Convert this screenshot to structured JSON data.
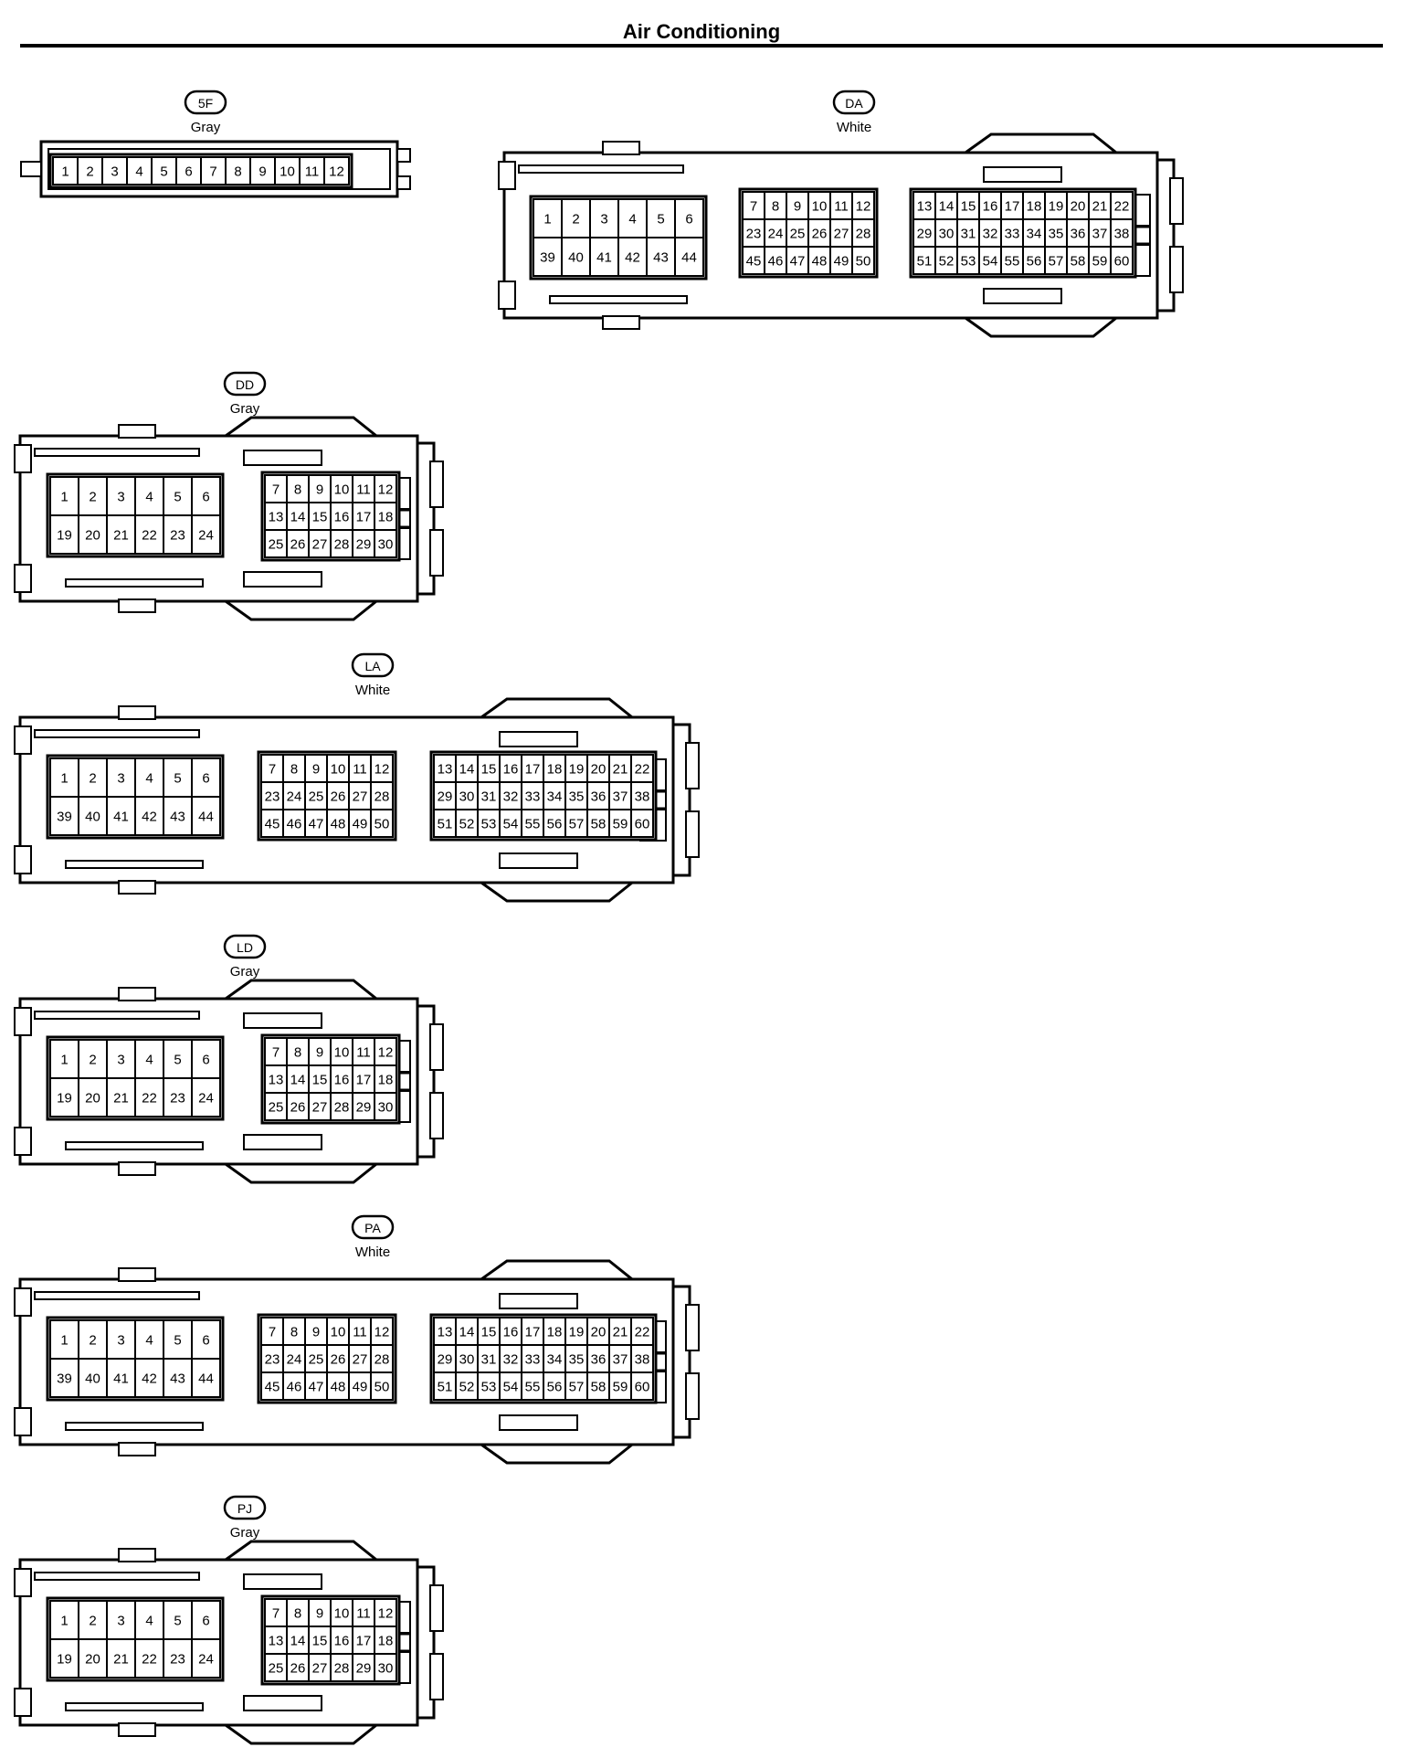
{
  "title": "Air Conditioning",
  "connectors": [
    {
      "id": "5F",
      "color": "Gray",
      "style": "strip",
      "blocks": [
        {
          "rows": [
            [
              "1",
              "2",
              "3",
              "4",
              "5",
              "6",
              "7",
              "8",
              "9",
              "10",
              "11",
              "12"
            ]
          ]
        }
      ]
    },
    {
      "id": "DA",
      "color": "White",
      "style": "large",
      "blocks": [
        {
          "rows": [
            [
              "1",
              "2",
              "3",
              "4",
              "5",
              "6"
            ],
            [
              "39",
              "40",
              "41",
              "42",
              "43",
              "44"
            ]
          ]
        },
        {
          "rows": [
            [
              "7",
              "8",
              "9",
              "10",
              "11",
              "12"
            ],
            [
              "23",
              "24",
              "25",
              "26",
              "27",
              "28"
            ],
            [
              "45",
              "46",
              "47",
              "48",
              "49",
              "50"
            ]
          ]
        },
        {
          "rows": [
            [
              "13",
              "14",
              "15",
              "16",
              "17",
              "18",
              "19",
              "20",
              "21",
              "22"
            ],
            [
              "29",
              "30",
              "31",
              "32",
              "33",
              "34",
              "35",
              "36",
              "37",
              "38"
            ],
            [
              "51",
              "52",
              "53",
              "54",
              "55",
              "56",
              "57",
              "58",
              "59",
              "60"
            ]
          ]
        }
      ]
    },
    {
      "id": "DD",
      "color": "Gray",
      "style": "medium",
      "blocks": [
        {
          "rows": [
            [
              "1",
              "2",
              "3",
              "4",
              "5",
              "6"
            ],
            [
              "19",
              "20",
              "21",
              "22",
              "23",
              "24"
            ]
          ]
        },
        {
          "rows": [
            [
              "7",
              "8",
              "9",
              "10",
              "11",
              "12"
            ],
            [
              "13",
              "14",
              "15",
              "16",
              "17",
              "18"
            ],
            [
              "25",
              "26",
              "27",
              "28",
              "29",
              "30"
            ]
          ]
        }
      ]
    },
    {
      "id": "LA",
      "color": "White",
      "style": "large",
      "blocks": [
        {
          "rows": [
            [
              "1",
              "2",
              "3",
              "4",
              "5",
              "6"
            ],
            [
              "39",
              "40",
              "41",
              "42",
              "43",
              "44"
            ]
          ]
        },
        {
          "rows": [
            [
              "7",
              "8",
              "9",
              "10",
              "11",
              "12"
            ],
            [
              "23",
              "24",
              "25",
              "26",
              "27",
              "28"
            ],
            [
              "45",
              "46",
              "47",
              "48",
              "49",
              "50"
            ]
          ]
        },
        {
          "rows": [
            [
              "13",
              "14",
              "15",
              "16",
              "17",
              "18",
              "19",
              "20",
              "21",
              "22"
            ],
            [
              "29",
              "30",
              "31",
              "32",
              "33",
              "34",
              "35",
              "36",
              "37",
              "38"
            ],
            [
              "51",
              "52",
              "53",
              "54",
              "55",
              "56",
              "57",
              "58",
              "59",
              "60"
            ]
          ]
        }
      ]
    },
    {
      "id": "LD",
      "color": "Gray",
      "style": "medium",
      "blocks": [
        {
          "rows": [
            [
              "1",
              "2",
              "3",
              "4",
              "5",
              "6"
            ],
            [
              "19",
              "20",
              "21",
              "22",
              "23",
              "24"
            ]
          ]
        },
        {
          "rows": [
            [
              "7",
              "8",
              "9",
              "10",
              "11",
              "12"
            ],
            [
              "13",
              "14",
              "15",
              "16",
              "17",
              "18"
            ],
            [
              "25",
              "26",
              "27",
              "28",
              "29",
              "30"
            ]
          ]
        }
      ]
    },
    {
      "id": "PA",
      "color": "White",
      "style": "large",
      "blocks": [
        {
          "rows": [
            [
              "1",
              "2",
              "3",
              "4",
              "5",
              "6"
            ],
            [
              "39",
              "40",
              "41",
              "42",
              "43",
              "44"
            ]
          ]
        },
        {
          "rows": [
            [
              "7",
              "8",
              "9",
              "10",
              "11",
              "12"
            ],
            [
              "23",
              "24",
              "25",
              "26",
              "27",
              "28"
            ],
            [
              "45",
              "46",
              "47",
              "48",
              "49",
              "50"
            ]
          ]
        },
        {
          "rows": [
            [
              "13",
              "14",
              "15",
              "16",
              "17",
              "18",
              "19",
              "20",
              "21",
              "22"
            ],
            [
              "29",
              "30",
              "31",
              "32",
              "33",
              "34",
              "35",
              "36",
              "37",
              "38"
            ],
            [
              "51",
              "52",
              "53",
              "54",
              "55",
              "56",
              "57",
              "58",
              "59",
              "60"
            ]
          ]
        }
      ]
    },
    {
      "id": "PJ",
      "color": "Gray",
      "style": "medium",
      "blocks": [
        {
          "rows": [
            [
              "1",
              "2",
              "3",
              "4",
              "5",
              "6"
            ],
            [
              "19",
              "20",
              "21",
              "22",
              "23",
              "24"
            ]
          ]
        },
        {
          "rows": [
            [
              "7",
              "8",
              "9",
              "10",
              "11",
              "12"
            ],
            [
              "13",
              "14",
              "15",
              "16",
              "17",
              "18"
            ],
            [
              "25",
              "26",
              "27",
              "28",
              "29",
              "30"
            ]
          ]
        }
      ]
    }
  ]
}
